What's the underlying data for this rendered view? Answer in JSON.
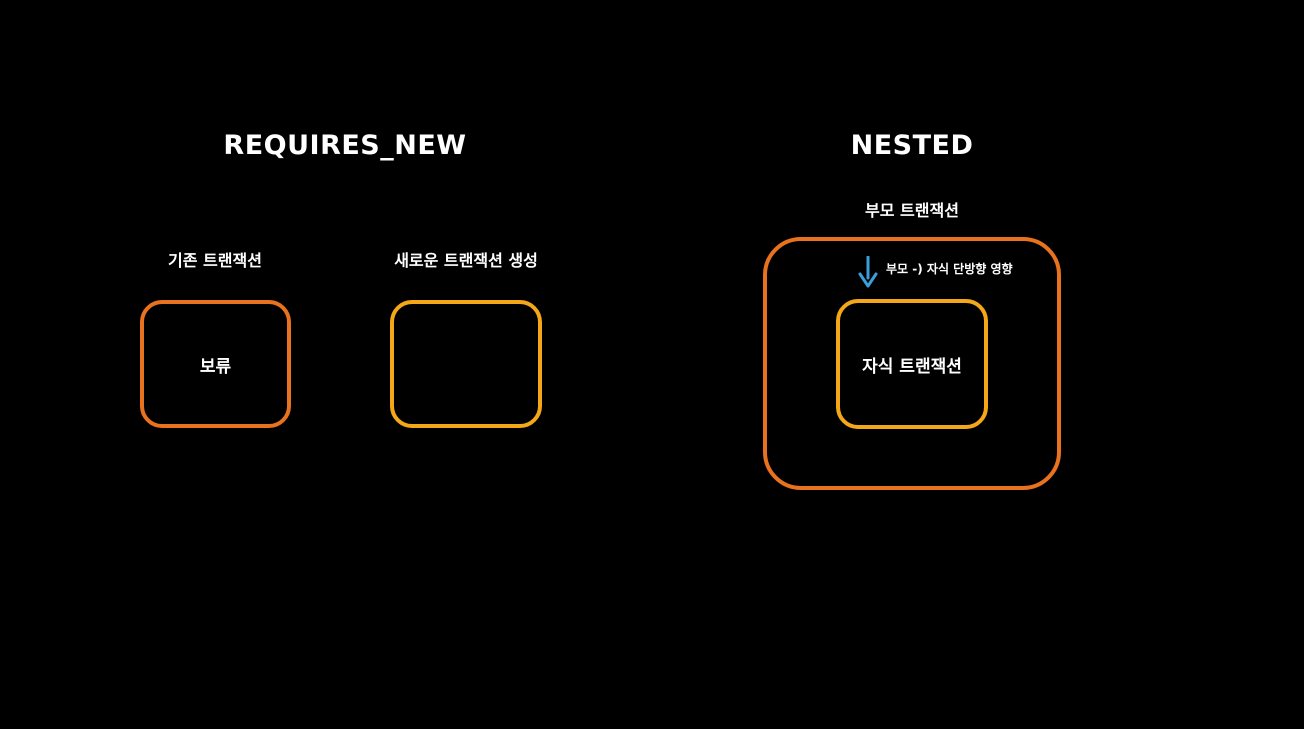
{
  "colors": {
    "background": "#000000",
    "text": "#ffffff",
    "orange": "#e8721e",
    "amber": "#f4a818",
    "arrow": "#3a9fd8"
  },
  "requires_new": {
    "title": "REQUIRES_NEW",
    "existing_label": "기존 트랜잭션",
    "existing_box_text": "보류",
    "new_label": "새로운 트랜잭션 생성",
    "new_box_text": ""
  },
  "nested": {
    "title": "NESTED",
    "parent_label": "부모 트랜잭션",
    "arrow_icon": "arrow-down-icon",
    "arrow_label": "부모 -) 자식 단방향 영향",
    "child_box_text": "자식 트랜잭션"
  }
}
